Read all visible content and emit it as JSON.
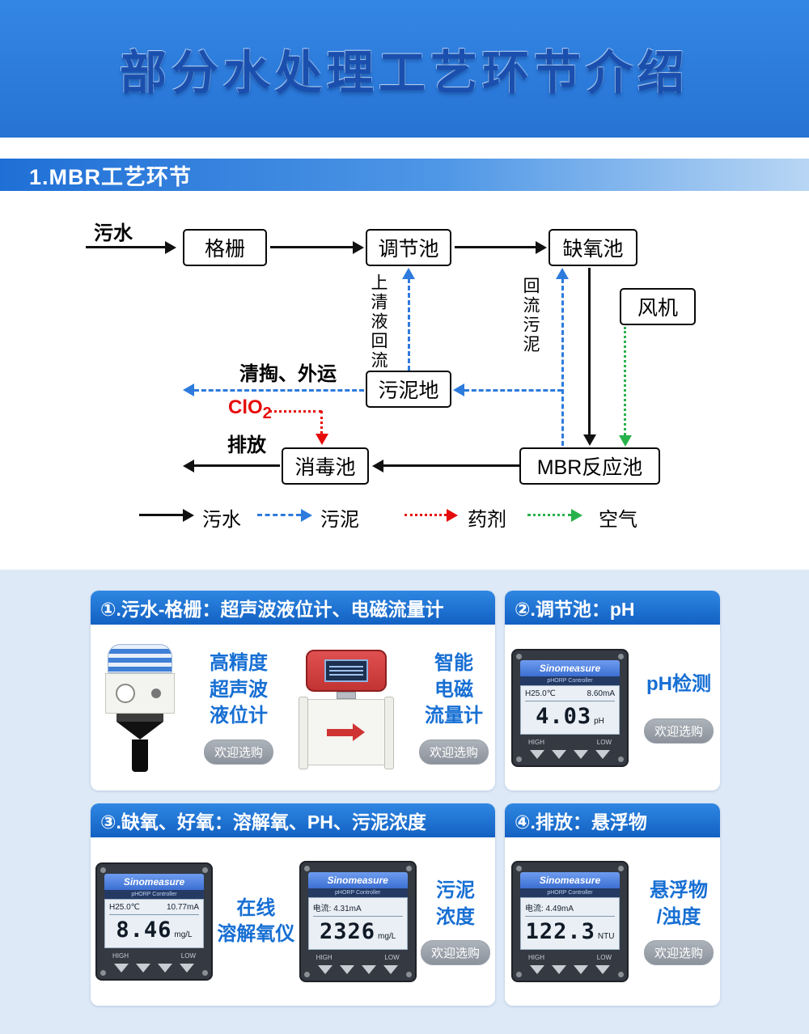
{
  "banner": {
    "title": "部分水处理工艺环节介绍"
  },
  "section": {
    "title": "1.MBR工艺环节"
  },
  "flow": {
    "source_label": "污水",
    "nodes": {
      "grid": "格栅",
      "regulating": "调节池",
      "anoxic": "缺氧池",
      "fan": "风机",
      "sludge_yard": "污泥地",
      "disinfect": "消毒池",
      "mbr": "MBR反应池"
    },
    "edge_labels": {
      "supernatant_return": "上清液回流",
      "return_sludge": "回流污泥",
      "cleanout": "清掏、外运",
      "clo2_main": "ClO",
      "clo2_sub": "2",
      "discharge": "排放"
    },
    "legend": {
      "wastewater": "污水",
      "sludge": "污泥",
      "chemical": "药剂",
      "air": "空气"
    },
    "colors": {
      "wastewater": "#111111",
      "sludge": "#2e7bdd",
      "chemical": "#e60c0c",
      "air": "#28b24b"
    }
  },
  "cards": {
    "c1": {
      "header": "①.污水-格栅：超声波液位计、电磁流量计",
      "p1_lines": [
        "高精度",
        "超声波",
        "液位计"
      ],
      "p1_buy": "欢迎选购",
      "p2_lines": [
        "智能",
        "电磁",
        "流量计"
      ],
      "p2_buy": "欢迎选购"
    },
    "c2": {
      "header": "②.调节池：pH",
      "label": "pH检测",
      "buy": "欢迎选购",
      "device": {
        "brand": "Sinomeasure",
        "model": "pHORP Controller",
        "tl": "H25.0℃",
        "tr": "8.60mA",
        "value": "4.03",
        "unit": "pH",
        "high": "HIGH",
        "low": "LOW"
      }
    },
    "c3": {
      "header": "③.缺氧、好氧：溶解氧、PH、污泥浓度",
      "d1_lines": [
        "在线",
        "溶解氧仪"
      ],
      "d2_lines": [
        "污泥",
        "浓度"
      ],
      "buy": "欢迎选购",
      "device1": {
        "brand": "Sinomeasure",
        "model": "pHORP Controller",
        "tl": "H25.0℃",
        "tr": "10.77mA",
        "value": "8.46",
        "unit": "mg/L",
        "high": "HIGH",
        "low": "LOW"
      },
      "device2": {
        "brand": "Sinomeasure",
        "model": "pHORP Controller",
        "tl": "电流: 4.31mA",
        "tr": "",
        "value": "2326",
        "unit": "mg/L",
        "high": "HIGH",
        "low": "LOW"
      }
    },
    "c4": {
      "header": "④.排放：悬浮物",
      "label_lines": [
        "悬浮物",
        "/浊度"
      ],
      "buy": "欢迎选购",
      "device": {
        "brand": "Sinomeasure",
        "model": "pHORP Controller",
        "tl": "电流: 4.49mA",
        "tr": "",
        "value": "122.3",
        "unit": "NTU",
        "high": "HIGH",
        "low": "LOW"
      }
    }
  }
}
